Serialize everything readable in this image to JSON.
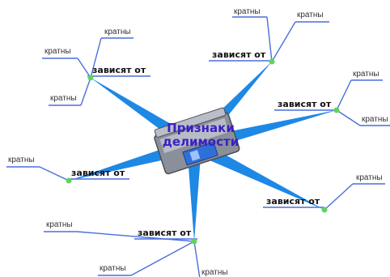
{
  "center": {
    "title": "Признаки делимости",
    "icon": "floppy-disk-icon"
  },
  "branches": [
    {
      "id": "top-left",
      "label": "зависят от",
      "leaves": [
        "кратны",
        "кратны",
        "кратны"
      ]
    },
    {
      "id": "top",
      "label": "зависят от",
      "leaves": [
        "кратны",
        "кратны"
      ]
    },
    {
      "id": "right",
      "label": "зависят от",
      "leaves": [
        "кратны",
        "кратны"
      ]
    },
    {
      "id": "bottom-right",
      "label": "зависят от",
      "leaves": [
        "кратны"
      ]
    },
    {
      "id": "bottom",
      "label": "зависят от",
      "leaves": [
        "кратны",
        "кратны",
        "кратны"
      ]
    },
    {
      "id": "left",
      "label": "зависят от",
      "leaves": [
        "кратны"
      ]
    }
  ],
  "colors": {
    "branch": "#1e88e5",
    "line": "#4a6fdc",
    "node": "#5fd35f",
    "title": "#3a1fc4"
  }
}
